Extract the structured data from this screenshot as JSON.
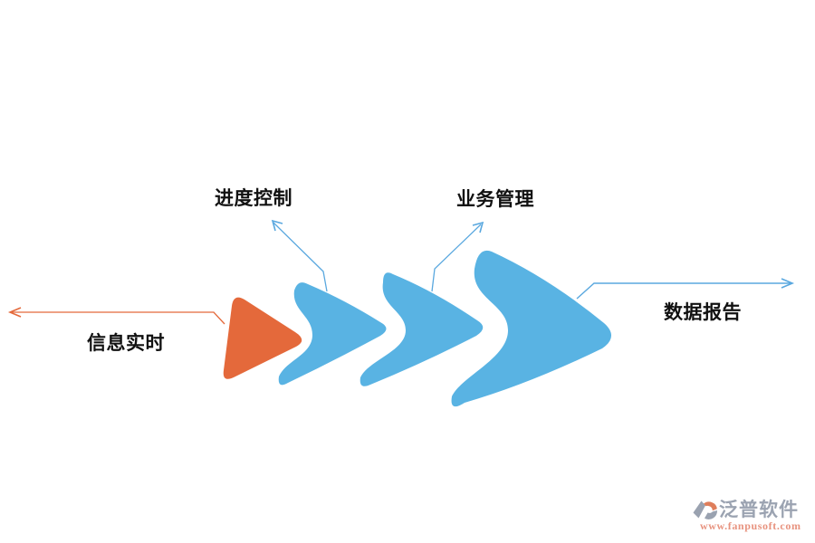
{
  "diagram": {
    "labels": {
      "step1": "信息实时",
      "step2": "进度控制",
      "step3": "业务管理",
      "step4": "数据报告"
    },
    "colors": {
      "orange": "#E4693B",
      "blue": "#59B3E3",
      "line_orange": "#E4693B",
      "line_blue": "#5AA8DF",
      "label_text": "#111111"
    },
    "icons": [
      "arrow-left-icon",
      "arrow-up-left-icon",
      "arrow-up-right-icon",
      "arrow-right-icon"
    ]
  },
  "watermark": {
    "brand": "泛普软件",
    "url": "www.fanpusoft.com",
    "colors": {
      "brand_text": "#9BA3B1",
      "url_text": "#E8937F",
      "icon_gray": "#9AA2B0",
      "icon_orange": "#DF7E5B"
    }
  }
}
